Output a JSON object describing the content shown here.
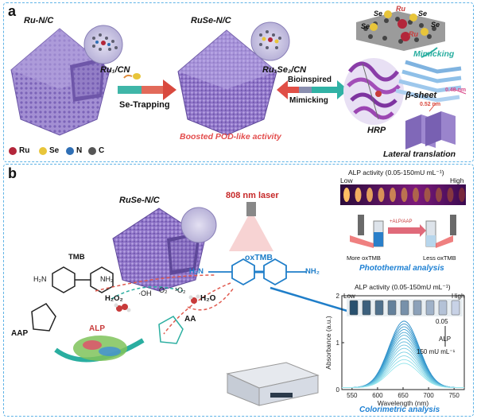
{
  "panel_a": {
    "letter": "a",
    "ru_nc": "Ru-N/C",
    "ru1_cn": "Ru₁/CN",
    "se_trapping": "Se-Trapping",
    "ruse_nc": "RuSe-N/C",
    "ru1se2_cn": "Ru₁Se₂/CN",
    "bioinspired": "Bioinspired",
    "mimicking_arrow": "Mimicking",
    "boosted": "Boosted POD-like activity",
    "mimicking_top": "Mimicking",
    "beta_sheet": "β-sheet",
    "hrp": "HRP",
    "lateral": "Lateral translation",
    "d1": "0.48 nm",
    "d2": "0.52 nm",
    "atoms": [
      {
        "label": "Ru",
        "color": "#b3263a"
      },
      {
        "label": "Se",
        "color": "#e8c53a"
      },
      {
        "label": "N",
        "color": "#2f6fb5"
      },
      {
        "label": "C",
        "color": "#555555"
      }
    ],
    "struct_se1": "Se",
    "struct_ru1": "Ru",
    "struct_se2": "Se",
    "struct_se3": "Se",
    "struct_ru2": "Ru",
    "struct_se4": "Se"
  },
  "panel_b": {
    "letter": "b",
    "ruse_nc": "RuSe-N/C",
    "laser": "808 nm laser",
    "alp_top": "ALP activity (0.05-150mU mL⁻¹)",
    "low": "Low",
    "high": "High",
    "more_oxtmb": "More oxTMB",
    "less_oxtmb": "Less oxTMB",
    "alp_aap": "+ALP/AAP",
    "photothermal": "Photothermal analysis",
    "tmb": "TMB",
    "oxtmb": "oxTMB",
    "h2n": "H₂N",
    "nh2": "NH₂",
    "h2n_plus": "H₂N",
    "nh2_plus": "NH₂",
    "h2o2": "H₂O₂",
    "oh": "·OH",
    "o2_1": "O₂",
    "o2_2": "¹O₂",
    "h2o": "H₂O",
    "aa": "AA",
    "aap": "AAP",
    "alp": "ALP",
    "alp_mid": "ALP activity (0.05-150mU mL⁻¹)",
    "low2": "Low",
    "high2": "High",
    "conc_low": "0.05",
    "conc_alp": "ALP",
    "conc_high": "150 mU mL⁻¹",
    "colorimetric": "Colorimetric analysis"
  },
  "chart_data": {
    "type": "line",
    "xlabel": "Wavelength (nm)",
    "ylabel": "Absorbance (a.u.)",
    "xlim": [
      530,
      770
    ],
    "ylim": [
      0,
      2
    ],
    "xticks": [
      550,
      600,
      650,
      700,
      750
    ],
    "yticks": [
      0,
      1,
      2
    ],
    "peak_x": 652,
    "series_peaks": [
      1.42,
      1.36,
      1.3,
      1.24,
      1.18,
      1.12,
      1.05,
      0.98,
      0.91,
      0.84,
      0.76,
      0.68,
      0.6,
      0.52
    ]
  },
  "colors": {
    "panel_border": "#5fb3e6",
    "octa": "#9b84cc",
    "teal": "#2aaea0",
    "red_arrow": "#e05a4f",
    "oxtmb_blue": "#1f7ec9",
    "boosted": "#e34d4d",
    "photothermal": "#1b7fd3"
  }
}
